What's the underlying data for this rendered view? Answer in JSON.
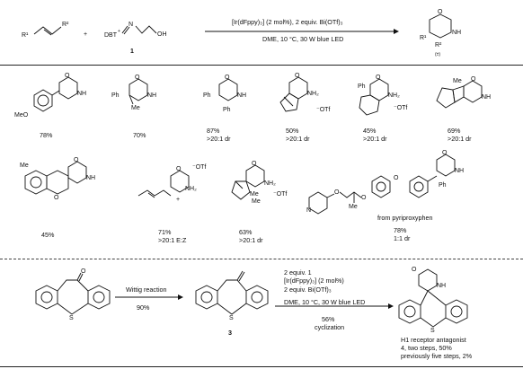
{
  "top_reaction": {
    "reagent_label": "DBT",
    "reagent_number": "1",
    "conditions_line1": "[Ir(dFppy)₃] (2 mol%), 2 equiv. Bi(OTf)₃",
    "conditions_line2": "DME, 10 °C, 30 W blue LED",
    "product_note": "(±)",
    "r1": "R¹",
    "r2": "R²"
  },
  "products_row1": [
    {
      "yield": "78%",
      "dr": ""
    },
    {
      "yield": "70%",
      "dr": ""
    },
    {
      "yield": "87%",
      "dr": ">20:1 dr"
    },
    {
      "yield": "50%",
      "dr": ">20:1 dr"
    },
    {
      "yield": "45%",
      "dr": ">20:1 dr"
    },
    {
      "yield": "69%",
      "dr": ">20:1 dr"
    }
  ],
  "products_row2": [
    {
      "yield": "45%",
      "dr": ""
    },
    {
      "yield": "71%",
      "dr": ">20:1 E:Z"
    },
    {
      "yield": "63%",
      "dr": ">20:1 dr"
    },
    {
      "yield": "78%",
      "dr": "1:1 dr",
      "note": "from pyriproxyphen"
    }
  ],
  "bottom_sequence": {
    "step1_label": "Wittig reaction",
    "step1_yield": "90%",
    "intermediate_number": "3",
    "step2_line1": "2 equiv. 1",
    "step2_line2": "[Ir(dFppy)₃] (2 mol%)",
    "step2_line3": "2 equiv. Bi(OTf)₃",
    "step2_line4": "DME, 10 °C, 30 W blue LED",
    "step2_yield": "56%",
    "step2_note": "cyclization",
    "product_name": "H1 receptor antagonist",
    "product_summary": "4, two steps, 50%",
    "previous_route": "previously five steps, 2%"
  },
  "atom_labels": {
    "oh": "OH",
    "nh": "NH",
    "nh2": "NH₂",
    "otf": "⁻OTf",
    "ph": "Ph",
    "me": "Me",
    "meo": "MeO",
    "o": "O",
    "n": "N",
    "s": "S",
    "plus": "+"
  }
}
